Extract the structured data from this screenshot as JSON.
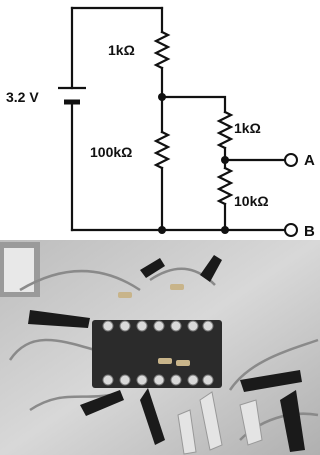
{
  "schematic": {
    "battery_label": "3.2 V",
    "r_top_left": "1kΩ",
    "r_bottom_left": "100kΩ",
    "r_top_right": "1kΩ",
    "r_bottom_right": "10kΩ",
    "terminal_a": "A",
    "terminal_b": "B"
  },
  "colors": {
    "wire": "#111111",
    "photo_bg": "#c9c9c9",
    "board": "#2b2b2b",
    "clip": "#1a1a1a"
  },
  "photo": {
    "description_icon": "breadboard-photo"
  }
}
